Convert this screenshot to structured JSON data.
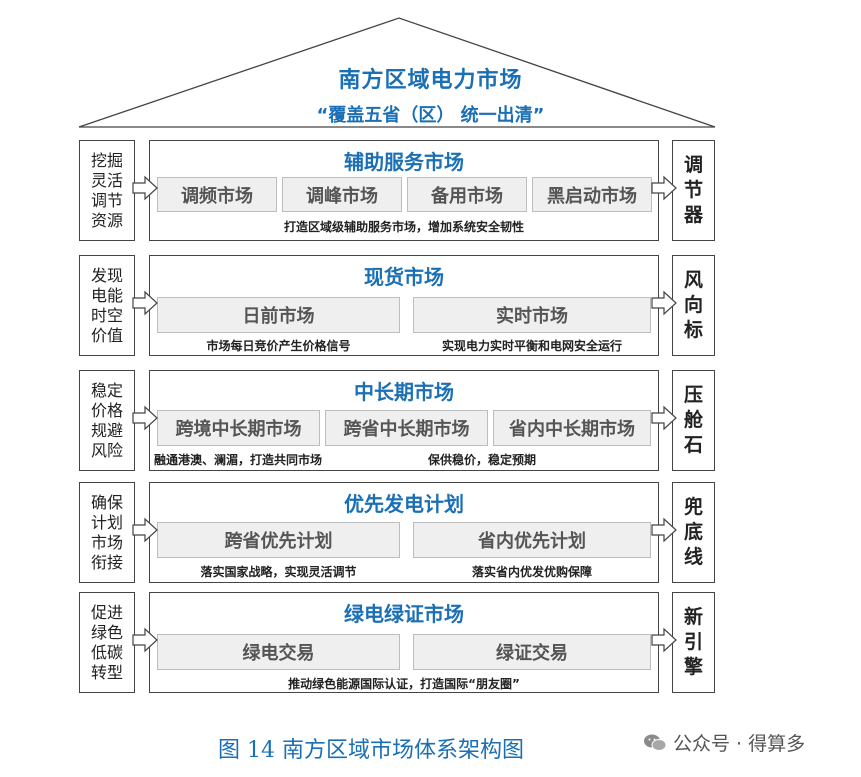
{
  "roof": {
    "title": "南方区域电力市场",
    "subtitle": "“覆盖五省（区）  统一出清”"
  },
  "rows": [
    {
      "left": "挖掘灵活调节资源",
      "title": "辅助服务市场",
      "subs": [
        "调频市场",
        "调峰市场",
        "备用市场",
        "黑启动市场"
      ],
      "notes": [
        "打造区域级辅助服务市场，增加系统安全韧性"
      ],
      "right": "调节器"
    },
    {
      "left": "发现电能时空价值",
      "title": "现货市场",
      "subs": [
        "日前市场",
        "实时市场"
      ],
      "notes": [
        "市场每日竞价产生价格信号",
        "实现电力实时平衡和电网安全运行"
      ],
      "right": "风向标"
    },
    {
      "left": "稳定价格规避风险",
      "title": "中长期市场",
      "subs": [
        "跨境中长期市场",
        "跨省中长期市场",
        "省内中长期市场"
      ],
      "notes": [
        "融通港澳、澜湄，打造共同市场",
        "保供稳价，稳定预期"
      ],
      "right": "压舱石"
    },
    {
      "left": "确保计划市场衔接",
      "title": "优先发电计划",
      "subs": [
        "跨省优先计划",
        "省内优先计划"
      ],
      "notes": [
        "落实国家战略，实现灵活调节",
        "落实省内优发优购保障"
      ],
      "right": "兜底线"
    },
    {
      "left": "促进绿色低碳转型",
      "title": "绿电绿证市场",
      "subs": [
        "绿电交易",
        "绿证交易"
      ],
      "notes": [
        "推动绿色能源国际认证，打造国际“朋友圈”"
      ],
      "right": "新引擎"
    }
  ],
  "caption": "图 14    南方区域市场体系架构图",
  "watermark": {
    "icon": "wechat-icon",
    "text": "公众号 · 得算多"
  },
  "colors": {
    "title_blue": "#1a6fb5",
    "sub_fill": "#efefef",
    "border": "#444444"
  }
}
